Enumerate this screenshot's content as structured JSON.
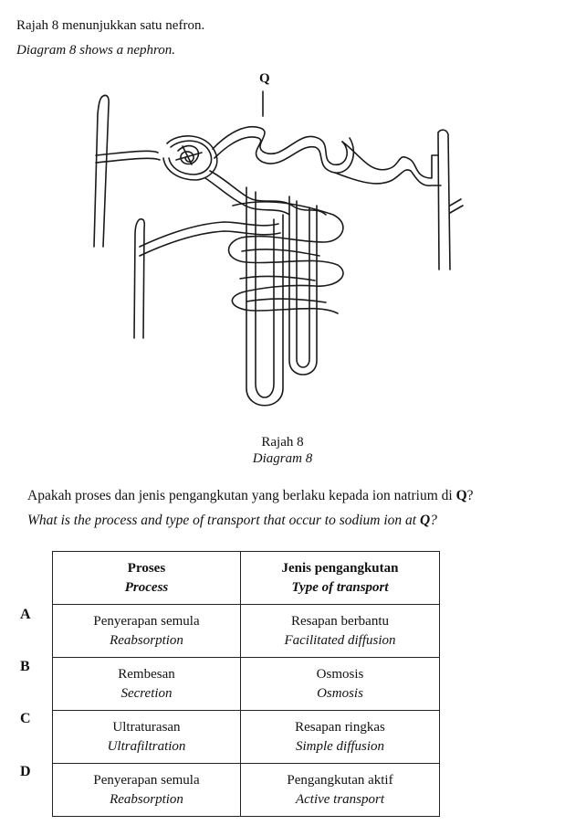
{
  "intro": {
    "line_ms": "Rajah 8 menunjukkan satu nefron.",
    "line_en": "Diagram 8 shows a nephron."
  },
  "diagram": {
    "label_q": "Q",
    "caption_ms": "Rajah 8",
    "caption_en": "Diagram 8"
  },
  "question": {
    "text_ms": "Apakah proses dan jenis pengangkutan yang berlaku kepada ion natrium di ",
    "text_en": "What is the process and type of transport that occur to sodium ion at ",
    "bold_q": "Q",
    "mark": "?"
  },
  "table": {
    "headers": [
      {
        "ms": "Proses",
        "en": "Process"
      },
      {
        "ms": "Jenis pengangkutan",
        "en": "Type of transport"
      }
    ],
    "rows": [
      {
        "letter": "A",
        "process_ms": "Penyerapan semula",
        "process_en": "Reabsorption",
        "transport_ms": "Resapan berbantu",
        "transport_en": "Facilitated diffusion"
      },
      {
        "letter": "B",
        "process_ms": "Rembesan",
        "process_en": "Secretion",
        "transport_ms": "Osmosis",
        "transport_en": "Osmosis"
      },
      {
        "letter": "C",
        "process_ms": "Ultraturasan",
        "process_en": "Ultrafiltration",
        "transport_ms": "Resapan ringkas",
        "transport_en": "Simple diffusion"
      },
      {
        "letter": "D",
        "process_ms": "Penyerapan semula",
        "process_en": "Reabsorption",
        "transport_ms": "Pengangkutan aktif",
        "transport_en": "Active transport"
      }
    ]
  }
}
